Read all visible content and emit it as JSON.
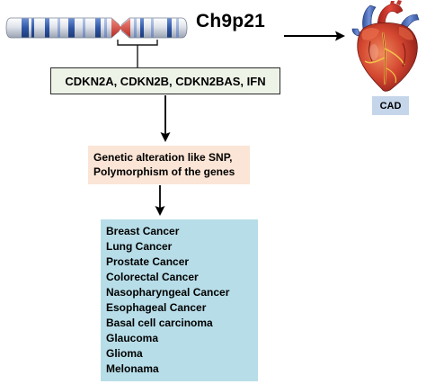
{
  "chromosome": {
    "label": "Ch9p21"
  },
  "genes": {
    "text": "CDKN2A, CDKN2B,  CDKN2BAS, IFN"
  },
  "alteration": {
    "line1": "Genetic alteration like SNP,",
    "line2": "Polymorphism of the genes"
  },
  "cancers": [
    "Breast Cancer",
    "Lung Cancer",
    "Prostate Cancer",
    "Colorectal Cancer",
    "Nasopharyngeal Cancer",
    "Esophageal Cancer",
    "Basal cell carcinoma",
    "Glaucoma",
    "Glioma",
    "Melonama"
  ],
  "outcome": {
    "label": "CAD"
  },
  "colors": {
    "genes_box": "#eef3e8",
    "alteration_box": "#fbe5d6",
    "cancer_box": "#b7dde8",
    "cad_badge": "#c5d5ea",
    "chromosome_band": "#2f57a6",
    "centromere": "#d9433a",
    "heart": "#c8302b"
  },
  "icons": {
    "chromosome": "chromosome-icon",
    "heart": "heart-organ-icon"
  }
}
